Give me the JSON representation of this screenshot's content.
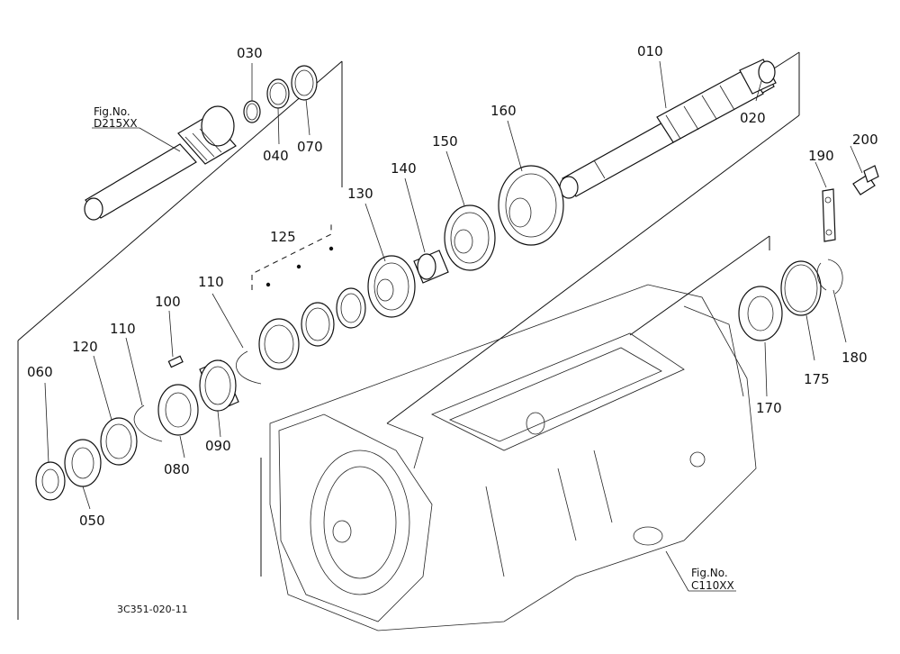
{
  "part_labels": [
    "010",
    "020",
    "030",
    "040",
    "050",
    "060",
    "070",
    "080",
    "090",
    "100",
    "110",
    "110",
    "120",
    "125",
    "130",
    "140",
    "150",
    "160",
    "170",
    "175",
    "180",
    "190",
    "200"
  ],
  "figure_refs": {
    "left_ref": {
      "line1": "Fig.No.",
      "line2": "D215XX"
    },
    "right_ref": {
      "line1": "Fig.No.",
      "line2": "C110XX"
    }
  },
  "drawing_code": "3C351-020-11"
}
